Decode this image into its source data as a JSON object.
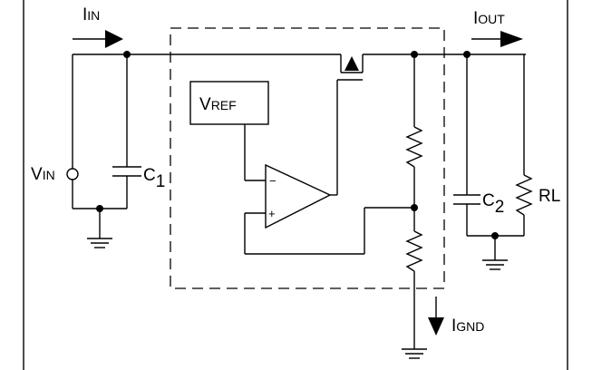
{
  "labels": {
    "iin": {
      "main": "I",
      "sub": "IN"
    },
    "iout": {
      "main": "I",
      "sub": "OUT"
    },
    "vin": {
      "main": "V",
      "sub": "IN"
    },
    "vref": {
      "main": "V",
      "sub": "REF"
    },
    "c1": {
      "main": "C",
      "sub": "1"
    },
    "c2": {
      "main": "C",
      "sub": "2"
    },
    "rl": {
      "main": "R",
      "sub": "L"
    },
    "ignd": {
      "main": "I",
      "sub": "GND"
    },
    "opamp_minus": "−",
    "opamp_plus": "+"
  },
  "icons": {
    "input_current_arrow": "arrow-right-icon",
    "output_current_arrow": "arrow-right-icon",
    "ground_current_arrow": "arrow-down-icon",
    "pass_transistor": "mosfet-icon",
    "opamp": "opamp-triangle-icon",
    "resistor": "zigzag-resistor-icon",
    "capacitor": "capacitor-icon",
    "ground": "ground-icon",
    "vin_terminal": "open-circle-terminal-icon"
  },
  "colors": {
    "stroke": "#000000",
    "background": "#ffffff"
  }
}
